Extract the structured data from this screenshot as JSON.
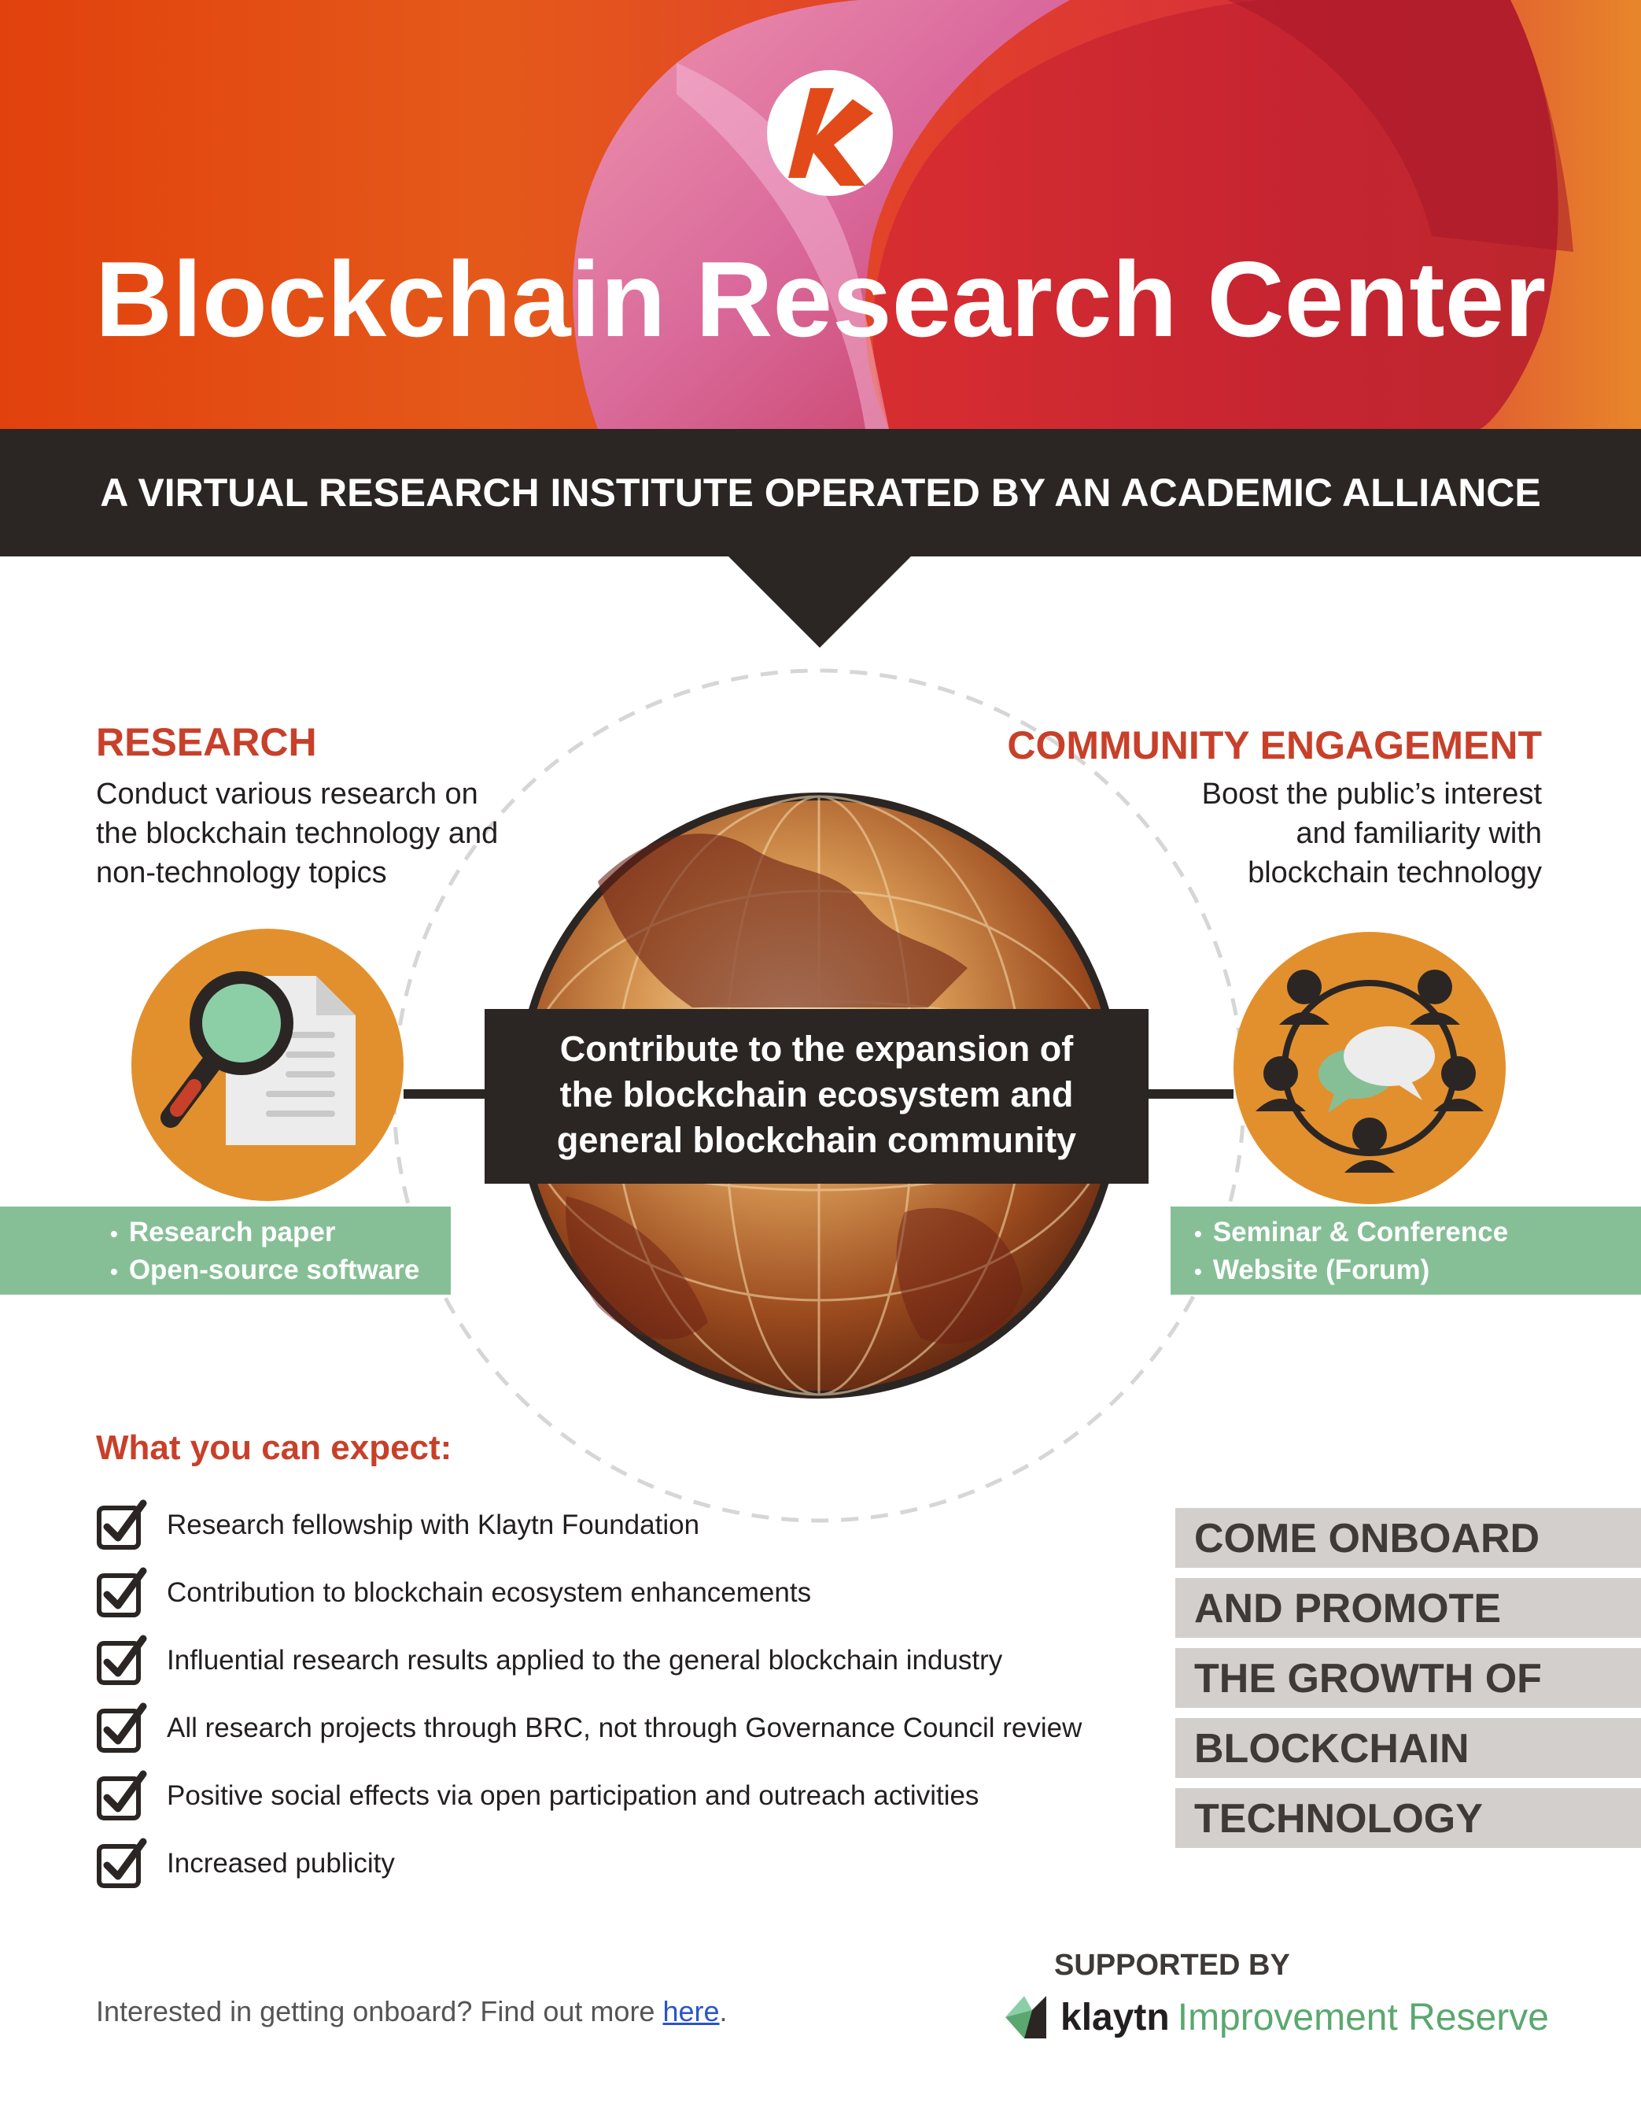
{
  "hero": {
    "title": "Blockchain Research Center",
    "logo_icon": "klaytn-k-logo-icon"
  },
  "banner": {
    "text": "A VIRTUAL RESEARCH INSTITUTE OPERATED BY AN ACADEMIC ALLIANCE"
  },
  "research": {
    "heading": "RESEARCH",
    "lines": [
      "Conduct various research on",
      "the blockchain technology and",
      "non-technology topics"
    ],
    "icon": "magnifier-document-icon",
    "items": [
      "Research paper",
      "Open-source software"
    ]
  },
  "community": {
    "heading": "COMMUNITY ENGAGEMENT",
    "lines": [
      "Boost the public’s interest",
      "and familiarity with",
      "blockchain technology"
    ],
    "icon": "community-chat-icon",
    "items": [
      "Seminar & Conference",
      "Website (Forum)"
    ]
  },
  "center": {
    "lines": [
      "Contribute to the expansion of",
      "the blockchain ecosystem and",
      "general blockchain community"
    ],
    "globe_icon": "globe-icon"
  },
  "expect": {
    "heading": "What you can expect:",
    "items": [
      "Research fellowship with Klaytn Foundation",
      "Contribution to blockchain ecosystem enhancements",
      "Influential research results applied to the general blockchain industry",
      "All research projects through BRC, not through Governance Council review",
      "Positive social effects via open participation and outreach activities",
      "Increased publicity"
    ]
  },
  "slogan": {
    "lines": [
      "COME ONBOARD",
      "AND PROMOTE",
      "THE GROWTH OF",
      "BLOCKCHAIN",
      "TECHNOLOGY"
    ]
  },
  "footer": {
    "prefix": "Interested in getting onboard? Find out more ",
    "link": "here",
    "suffix": "."
  },
  "sponsor": {
    "label": "SUPPORTED BY",
    "brand": "klaytn",
    "rest": "Improvement Reserve"
  },
  "colors": {
    "accent_red": "#c8402a",
    "dark": "#2b2624",
    "orange": "#e2902e",
    "green": "#86bf96",
    "slogan_gray": "#d2cfcd"
  }
}
